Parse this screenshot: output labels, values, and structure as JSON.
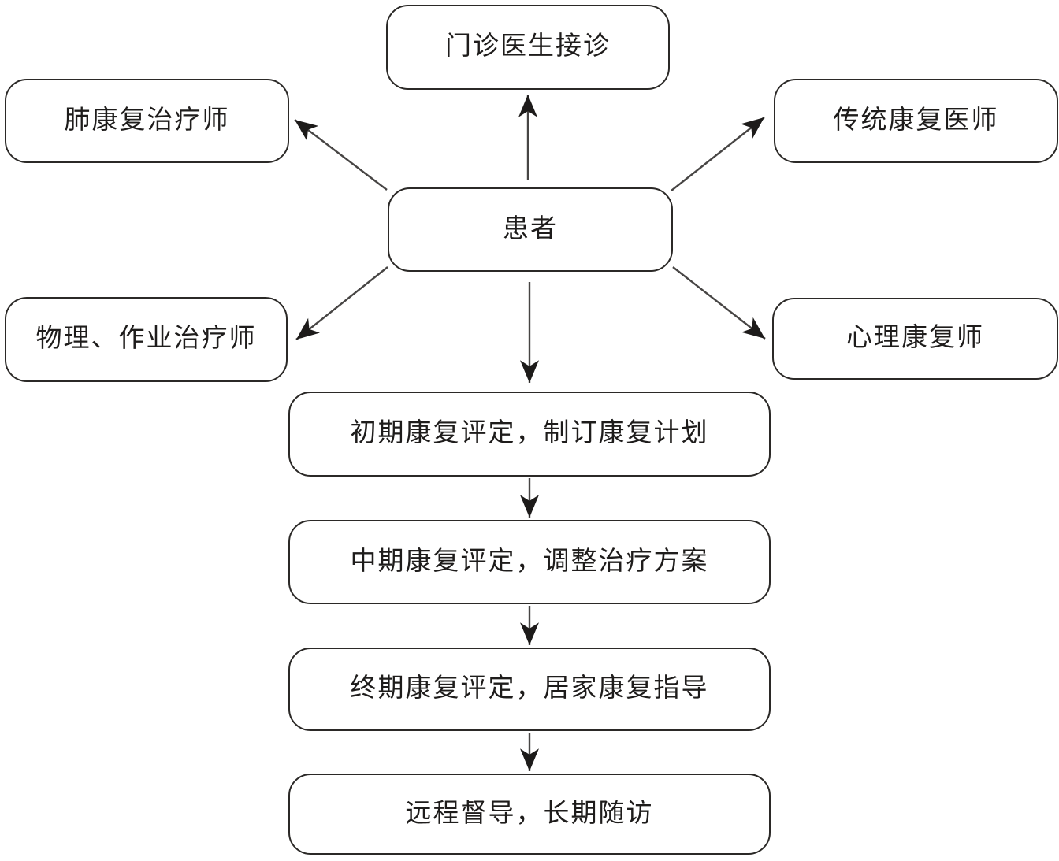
{
  "diagram": {
    "type": "flowchart",
    "language": "zh-CN",
    "nodes": {
      "outpatient": {
        "label": "门诊医生接诊"
      },
      "pulmonary_therapist": {
        "label": "肺康复治疗师"
      },
      "traditional_physician": {
        "label": "传统康复医师"
      },
      "patient": {
        "label": "患者"
      },
      "physical_occupational_therapist": {
        "label": "物理、作业治疗师"
      },
      "psychological_rehabilitator": {
        "label": "心理康复师"
      },
      "initial_assessment": {
        "label": "初期康复评定，制订康复计划"
      },
      "midterm_assessment": {
        "label": "中期康复评定，调整治疗方案"
      },
      "final_assessment": {
        "label": "终期康复评定，居家康复指导"
      },
      "remote_followup": {
        "label": "远程督导，长期随访"
      }
    },
    "edges": [
      {
        "from": "patient",
        "to": "outpatient",
        "direction": "up"
      },
      {
        "from": "patient",
        "to": "pulmonary_therapist",
        "direction": "up-left"
      },
      {
        "from": "patient",
        "to": "traditional_physician",
        "direction": "up-right"
      },
      {
        "from": "patient",
        "to": "physical_occupational_therapist",
        "direction": "down-left"
      },
      {
        "from": "patient",
        "to": "psychological_rehabilitator",
        "direction": "down-right"
      },
      {
        "from": "patient",
        "to": "initial_assessment",
        "direction": "down"
      },
      {
        "from": "initial_assessment",
        "to": "midterm_assessment",
        "direction": "down"
      },
      {
        "from": "midterm_assessment",
        "to": "final_assessment",
        "direction": "down"
      },
      {
        "from": "final_assessment",
        "to": "remote_followup",
        "direction": "down"
      }
    ],
    "colors": {
      "background": "#ffffff",
      "node_border": "#2b2927",
      "node_text": "#1e1c1b",
      "arrow_line": "#474544",
      "arrow_head": "#1d1b1a"
    }
  }
}
